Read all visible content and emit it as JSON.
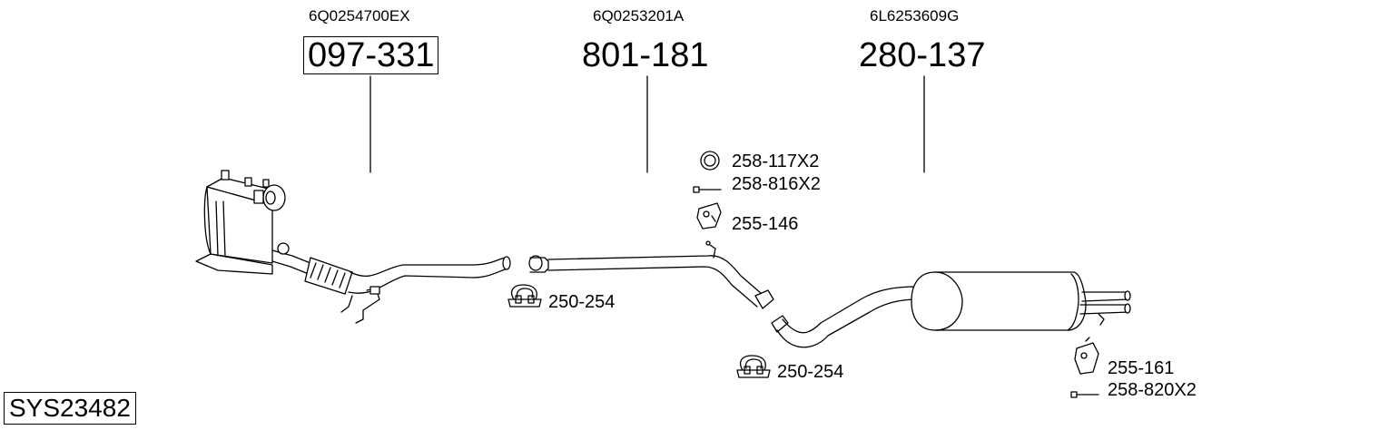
{
  "oe_numbers": [
    "6Q0254700EX",
    "6Q0253201A",
    "6L6253609G"
  ],
  "main_parts": [
    "097-331",
    "801-181",
    "280-137"
  ],
  "accessories": {
    "gasket": "258-117X2",
    "bolt1": "258-816X2",
    "hanger1": "255-146",
    "clamp1": "250-254",
    "clamp2": "250-254",
    "hanger2": "255-161",
    "bolt2": "258-820X2"
  },
  "system_code": "SYS23482"
}
